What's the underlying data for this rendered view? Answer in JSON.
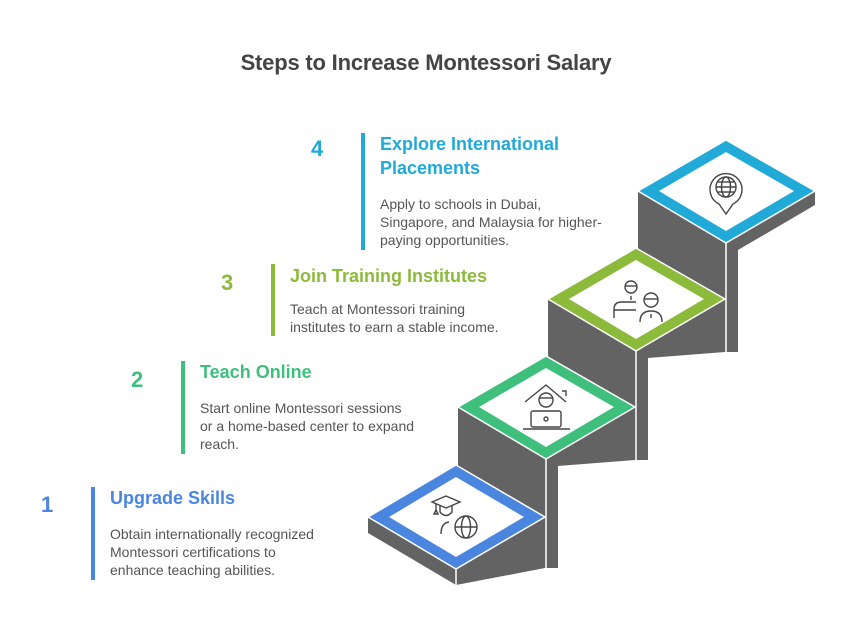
{
  "title": "Steps to Increase Montessori Salary",
  "colors": {
    "step1": "#4a86e0",
    "step2": "#3ec07c",
    "step3": "#8cbb3c",
    "step4": "#21a9d8",
    "riser": "#636363",
    "text": "#555555",
    "title": "#444444"
  },
  "steps": [
    {
      "number": "1",
      "title": "Upgrade Skills",
      "description": "Obtain internationally recognized Montessori certifications to enhance teaching abilities.",
      "description_lines": [
        "Obtain internationally recognized",
        "Montessori certifications to",
        "enhance teaching abilities."
      ],
      "icon": "graduate-globe-icon"
    },
    {
      "number": "2",
      "title": "Teach Online",
      "description": "Start online Montessori sessions or a home-based center to expand reach.",
      "description_lines": [
        "Start online Montessori sessions",
        "or a home-based center to expand",
        "reach."
      ],
      "icon": "home-laptop-icon"
    },
    {
      "number": "3",
      "title": "Join Training Institutes",
      "description": "Teach at Montessori training institutes to earn a stable income.",
      "description_lines": [
        "Teach at Montessori training",
        "institutes to earn a stable income."
      ],
      "icon": "teacher-student-icon"
    },
    {
      "number": "4",
      "title": "Explore International Placements",
      "title_lines": [
        "Explore International",
        "Placements"
      ],
      "description": "Apply to schools in Dubai, Singapore, and Malaysia for higher-paying opportunities.",
      "description_lines": [
        "Apply to schools in Dubai,",
        "Singapore, and Malaysia for higher-",
        "paying opportunities."
      ],
      "icon": "globe-pin-icon"
    }
  ]
}
